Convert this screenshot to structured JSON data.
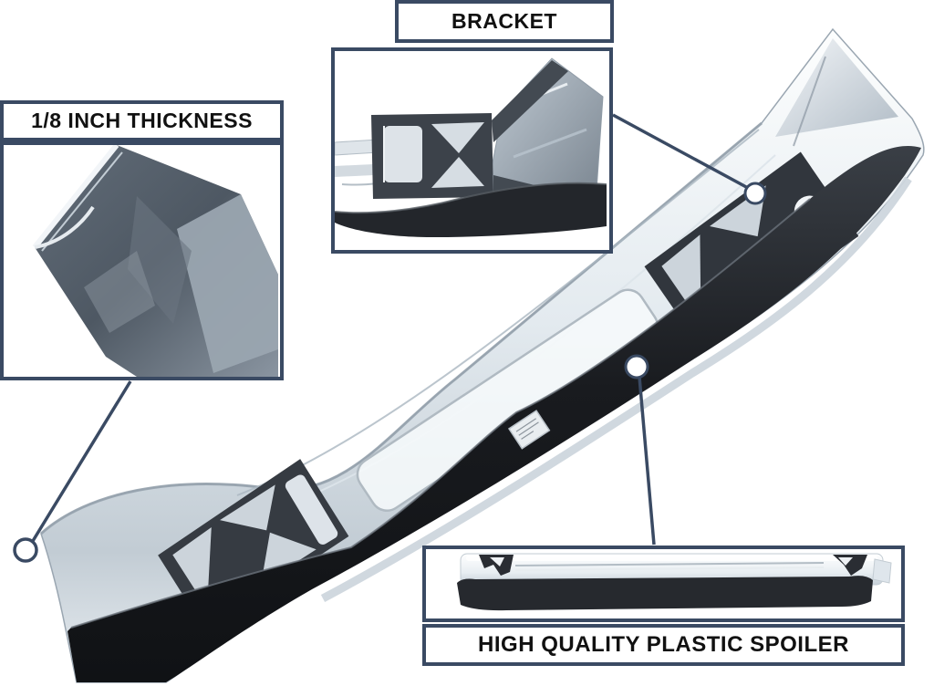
{
  "figure": {
    "type": "annotated-product-image",
    "subject": "chrome-bumper-with-plastic-spoiler"
  },
  "colors": {
    "background": "#ffffff",
    "callout_border": "#3a4a63",
    "label_text": "#111111",
    "spoiler_black": "#23262b",
    "chrome_light": "#eef2f5",
    "chrome_mid": "#c2ccd4",
    "bracket_dark": "#363b42"
  },
  "callouts": {
    "bracket": {
      "label": "BRACKET"
    },
    "thickness": {
      "label": "1/8 INCH THICKNESS"
    },
    "spoiler": {
      "label": "HIGH QUALITY PLASTIC SPOILER"
    }
  }
}
